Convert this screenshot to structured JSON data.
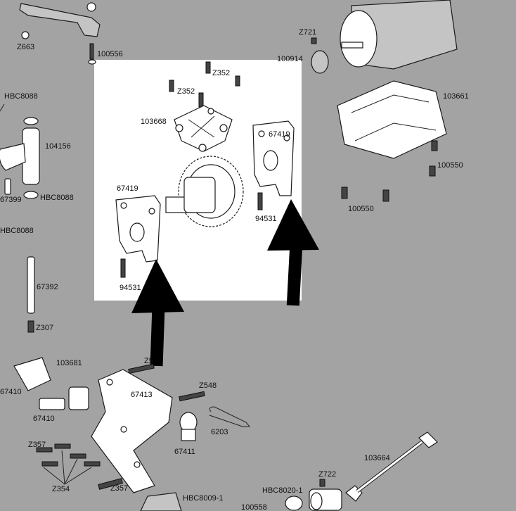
{
  "parts": {
    "p100556": "100556",
    "z663": "Z663",
    "hbc8088_top": "HBC8088",
    "p104156": "104156",
    "hbc8088_mid": "HBC8088",
    "p67399": "67399",
    "hbc8088_left": "HBC8088",
    "p67392": "67392",
    "z307": "Z307",
    "z352_a": "Z352",
    "z352_b": "Z352",
    "p103668": "103668",
    "p67419_right": "67419",
    "p67419_left": "67419",
    "p94531_right": "94531",
    "p94531_left": "94531",
    "z721": "Z721",
    "p100914": "100914",
    "p103661": "103661",
    "p100550_a": "100550",
    "p100550_b": "100550",
    "p103681": "103681",
    "p67410_top": "67410",
    "p67410": "67410",
    "z5xx": "Z5",
    "p67413": "67413",
    "z548": "Z548",
    "p6203": "6203",
    "p67411": "67411",
    "z357_a": "Z357",
    "z354": "Z354",
    "z357_b": "Z357",
    "hbc8009": "HBC8009-1",
    "p100558": "100558",
    "hbc8020": "HBC8020-1",
    "z722": "Z722",
    "p103664": "103664"
  },
  "colors": {
    "background": "#a3a3a3",
    "highlight": "#ffffff",
    "arrow": "#000000"
  }
}
